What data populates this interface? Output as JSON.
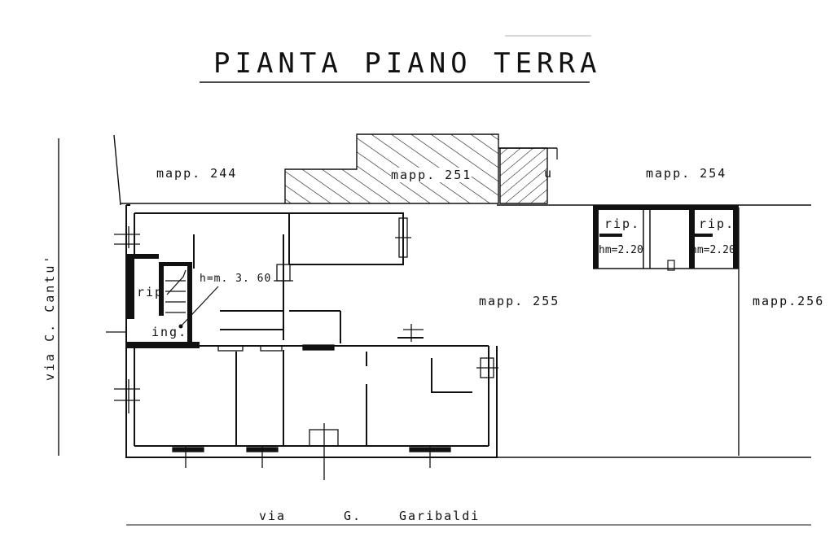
{
  "title": "PIANTA PIANO TERRA",
  "parcels": {
    "m244": "mapp. 244",
    "m251": "mapp. 251",
    "m254": "mapp. 254",
    "m255": "mapp. 255",
    "m256": "mapp.256"
  },
  "streets": {
    "left": "via C. Cantu'",
    "bottom_via": "via",
    "bottom_g": "G.",
    "bottom_name": "Garibaldi"
  },
  "rooms": {
    "rip_main": "rip",
    "ing": "ing.",
    "height_main": "h=m. 3. 60",
    "rip_a": "rip.",
    "rip_a_h": "hm=2.20",
    "rip_b": "rip.",
    "rip_b_h": "hm=2.20",
    "mark_u": "u"
  },
  "colors": {
    "ink": "#111111",
    "paper": "#ffffff"
  }
}
